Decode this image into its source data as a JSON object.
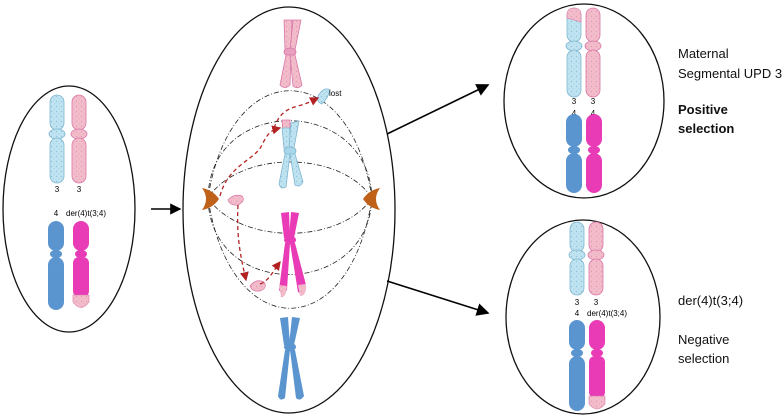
{
  "left_cell": {
    "chr3_label_a": "3",
    "chr3_label_b": "3",
    "chr4_label": "4",
    "der_label": "der(4)t(3;4)"
  },
  "mitosis_cell": {
    "lost_label": "lost"
  },
  "top_result": {
    "chr3_label_a": "3",
    "chr3_label_b": "3",
    "chr4_label_a": "4",
    "chr4_label_b": "4",
    "title_line1": "Maternal",
    "title_line2": "Segmental UPD 3",
    "selection_line1": "Positive",
    "selection_line2": "selection"
  },
  "bottom_result": {
    "chr3_label_a": "3",
    "chr3_label_b": "3",
    "chr4_label": "4",
    "der_label": "der(4)t(3;4)",
    "title": "der(4)t(3;4)",
    "selection_line1": "Negative",
    "selection_line2": "selection"
  },
  "colors": {
    "maternal_chr3": "#bfe3f0",
    "paternal_chr3": "#f2bccb",
    "chr4_blue": "#5b95cf",
    "chr4_pink": "#e83bb5",
    "centrosome": "#c0611a",
    "arrow_red": "#b22222"
  }
}
